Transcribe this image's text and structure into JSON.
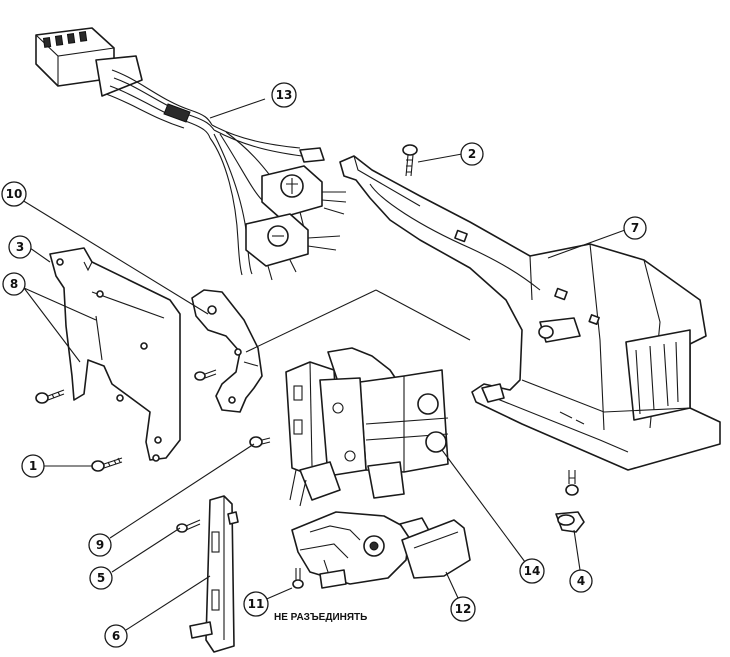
{
  "callouts": [
    {
      "id": "1",
      "label": "1"
    },
    {
      "id": "2",
      "label": "2"
    },
    {
      "id": "3",
      "label": "3"
    },
    {
      "id": "4",
      "label": "4"
    },
    {
      "id": "5",
      "label": "5"
    },
    {
      "id": "6",
      "label": "6"
    },
    {
      "id": "7",
      "label": "7"
    },
    {
      "id": "8",
      "label": "8"
    },
    {
      "id": "9",
      "label": "9"
    },
    {
      "id": "10",
      "label": "10"
    },
    {
      "id": "11",
      "label": "11"
    },
    {
      "id": "12",
      "label": "12"
    },
    {
      "id": "13",
      "label": "13"
    },
    {
      "id": "14",
      "label": "14"
    }
  ],
  "note": "НЕ РАЗЪЕДИНЯТЬ"
}
